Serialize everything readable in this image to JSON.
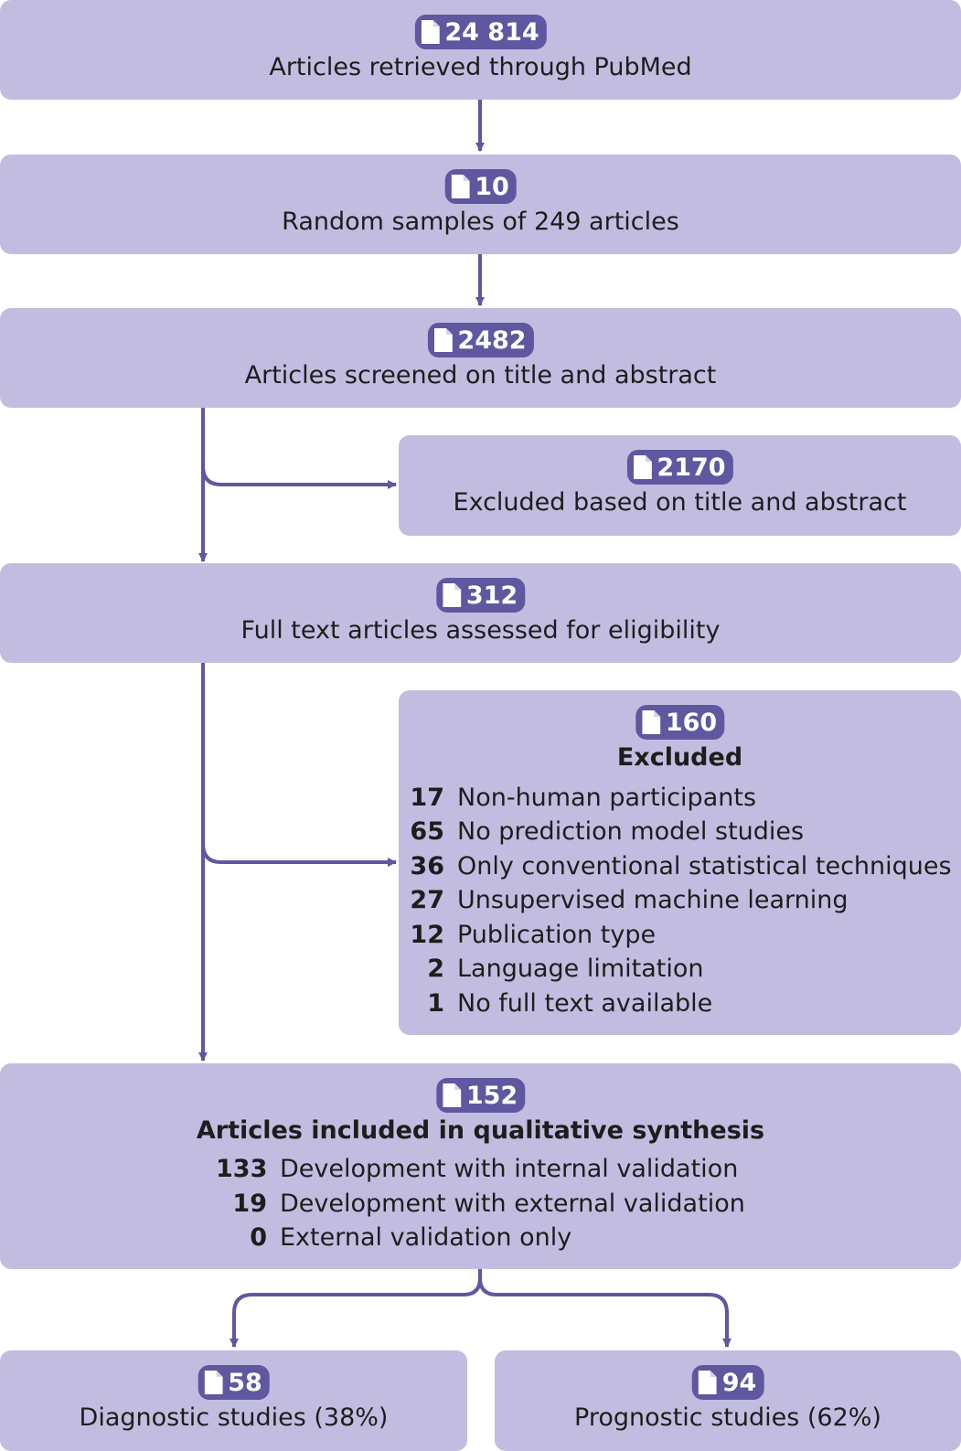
{
  "boxes": {
    "retrieved": {
      "count": "24 814",
      "label": "Articles retrieved through PubMed"
    },
    "samples": {
      "count": "10",
      "label": "Random samples of 249 articles"
    },
    "screened": {
      "count": "2482",
      "label": "Articles screened on title and abstract"
    },
    "excluded_title": {
      "count": "2170",
      "label": "Excluded based on title and abstract"
    },
    "fulltext": {
      "count": "312",
      "label": "Full text articles assessed for eligibility"
    },
    "excluded_full": {
      "count": "160",
      "title": "Excluded",
      "items": [
        {
          "n": "17",
          "text": "Non-human participants"
        },
        {
          "n": "65",
          "text": "No prediction model studies"
        },
        {
          "n": "36",
          "text": "Only conventional statistical techniques"
        },
        {
          "n": "27",
          "text": "Unsupervised machine learning"
        },
        {
          "n": "12",
          "text": "Publication type"
        },
        {
          "n": "2",
          "text": "Language limitation"
        },
        {
          "n": "1",
          "text": "No full text available"
        }
      ]
    },
    "included": {
      "count": "152",
      "title": "Articles included in qualitative synthesis",
      "items": [
        {
          "n": "133",
          "text": "Development with internal validation"
        },
        {
          "n": "19",
          "text": "Development with external validation"
        },
        {
          "n": "0",
          "text": "External validation only"
        }
      ]
    },
    "diagnostic": {
      "count": "58",
      "label": "Diagnostic studies (38%)"
    },
    "prognostic": {
      "count": "94",
      "label": "Prognostic studies (62%)"
    }
  },
  "icons": {
    "badge_icon": "document-icon"
  },
  "colors": {
    "box_fill": "#c2bde0",
    "badge_fill": "#5f579f",
    "arrow": "#5f579f"
  }
}
